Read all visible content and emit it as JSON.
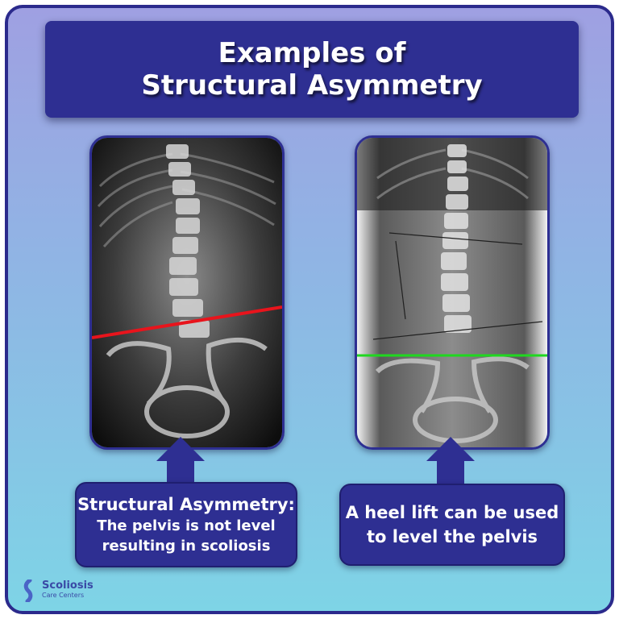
{
  "title": {
    "line1": "Examples of",
    "line2": "Structural Asymmetry"
  },
  "left_caption": {
    "heading": "Structural Asymmetry:",
    "line1": "The pelvis is not level",
    "line2": "resulting in scoliosis"
  },
  "right_caption": {
    "line1": "A heel lift can be used",
    "line2": "to level the pelvis"
  },
  "logo": {
    "top": "Scoliosis",
    "bottom": "Care Centers"
  },
  "colors": {
    "panel": "#2e2f92",
    "red_line": "#e8141c",
    "green_line": "#1fd81f"
  }
}
